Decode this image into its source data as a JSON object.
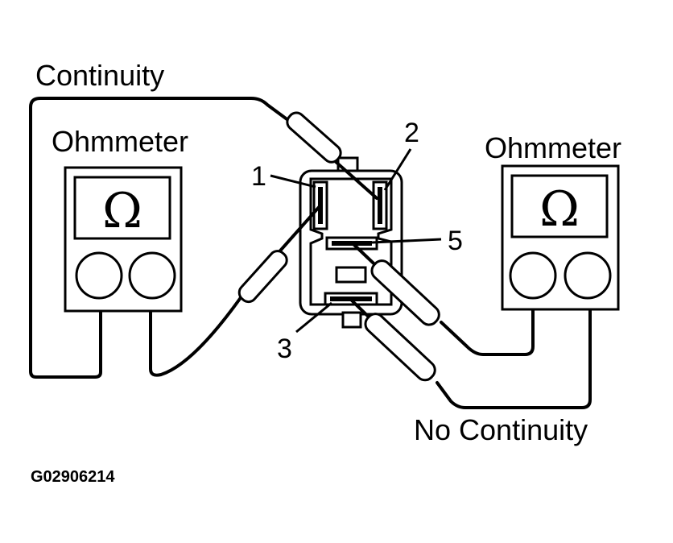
{
  "labels": {
    "continuity": "Continuity",
    "no_continuity": "No Continuity",
    "ohmmeter_left": "Ohmmeter",
    "ohmmeter_right": "Ohmmeter",
    "omega_left": "Ω",
    "omega_right": "Ω",
    "terminal_1": "1",
    "terminal_2": "2",
    "terminal_3": "3",
    "terminal_5": "5",
    "figure_code": "G02906214"
  },
  "icons": {
    "meter": "ohmmeter-icon",
    "relay": "relay-icon",
    "probe": "test-probe-icon"
  },
  "colors": {
    "line": "#000000",
    "background": "#ffffff"
  }
}
